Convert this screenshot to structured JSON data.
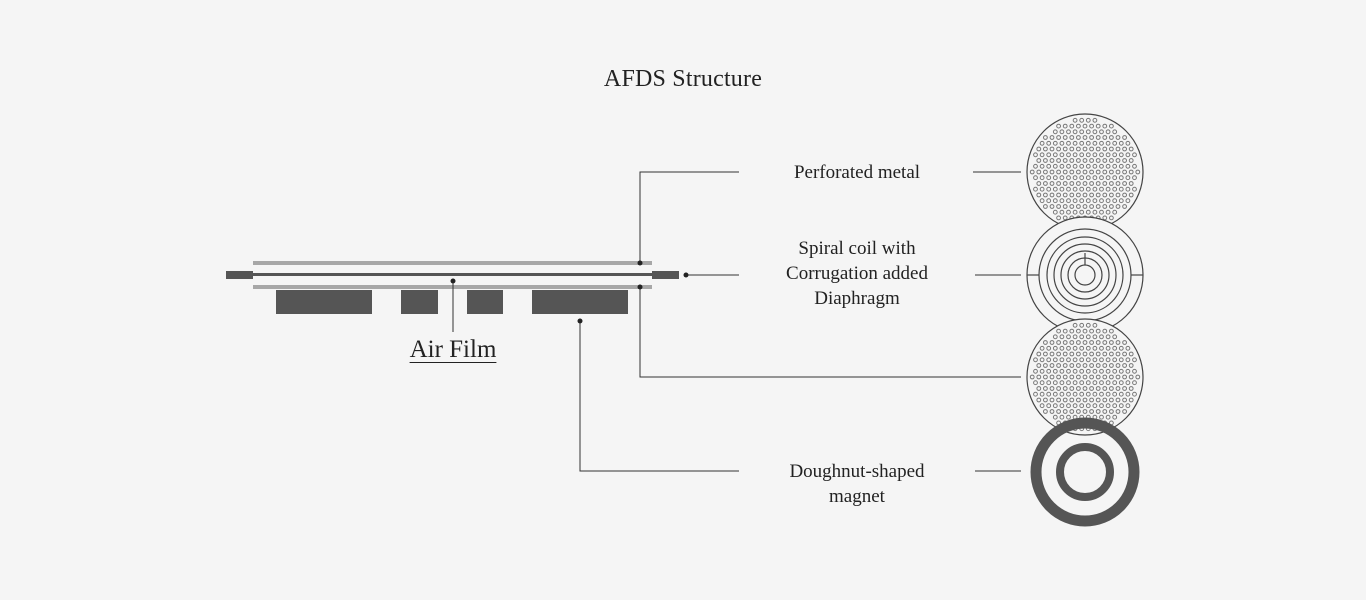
{
  "title": "AFDS Structure",
  "cross_section": {
    "air_film_label": "Air Film"
  },
  "components": [
    {
      "id": "perforated-metal-top",
      "label": "Perforated metal",
      "icon": "perforated-disc"
    },
    {
      "id": "diaphragm",
      "label": "Spiral coil with\nCorrugation added\nDiaphragm",
      "icon": "spiral-coil-disc"
    },
    {
      "id": "perforated-metal-bottom",
      "label": "",
      "icon": "perforated-disc"
    },
    {
      "id": "magnet",
      "label": "Doughnut-shaped\nmagnet",
      "icon": "ring-magnet"
    }
  ],
  "colors": {
    "background": "#f5f5f5",
    "line": "#333333",
    "metal_plate": "#a7a7a7",
    "magnet_block": "#555555",
    "hole": "#777777"
  }
}
